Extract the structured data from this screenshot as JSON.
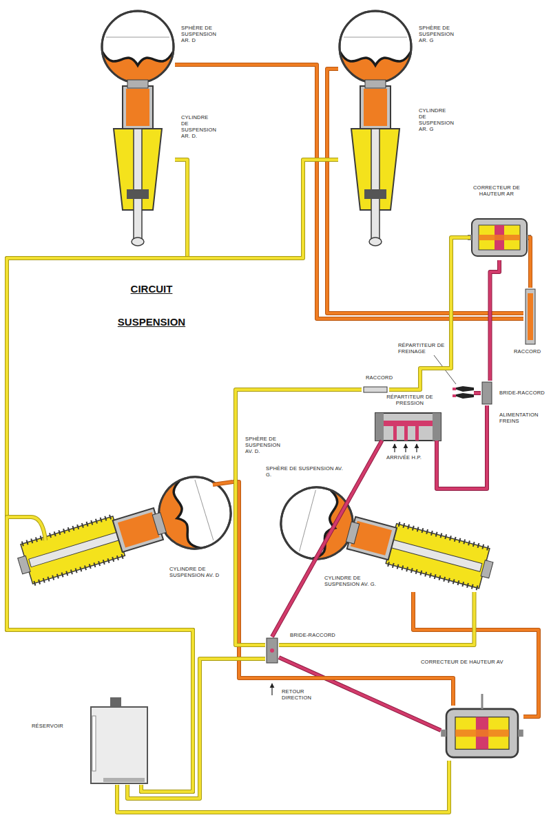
{
  "diagram": {
    "title": "CIRCUIT SUSPENSION",
    "nodes": [
      {
        "text": [
          "SPHÈRE DE SUSPENSION AR. D",
          "CYLINDRE DE SUSPENSION AR. D."
        ]
      },
      {
        "text": [
          "SPHÈRE DE SUSPENSION AR. G",
          "CYLINDRE DE SUSPENSION AR. G"
        ]
      },
      {
        "text": [
          "CORRECTEUR DE HAUTEUR AR"
        ]
      },
      {
        "text": [
          "RACCORD"
        ]
      },
      {
        "text": [
          "RÉPARTITEUR DE FREINAGE"
        ]
      },
      {
        "text": [
          "BRIDE-RACCORD"
        ]
      },
      {
        "text": [
          "RACCORD"
        ]
      },
      {
        "text": [
          "RÉPARTITEUR DE PRESSION"
        ]
      },
      {
        "text": [
          "SPHÈRE DE SUSPENSION AV. D.",
          "CYLINDRE DE SUSPENSION AV. D"
        ]
      },
      {
        "text": [
          "SPHÈRE DE SUSPENSION AV. G.",
          "CYLINDRE DE SUSPENSION AV. G."
        ]
      },
      {
        "text": [
          "BRIDE-RACCORD"
        ]
      },
      {
        "text": [
          "CORRECTEUR DE HAUTEUR AV"
        ]
      },
      {
        "text": [
          "RÉSERVOIR"
        ]
      }
    ],
    "edges": [
      {
        "from": 2,
        "to": 3,
        "arrow": "none"
      },
      {
        "from": 3,
        "to": 0,
        "arrow": "none"
      },
      {
        "from": 3,
        "to": 1,
        "arrow": "none"
      },
      {
        "from": 7,
        "to": 5,
        "arrow": "none"
      },
      {
        "from": 5,
        "to": 2,
        "arrow": "none"
      },
      {
        "from": 5,
        "to": 4,
        "arrow": "none"
      },
      {
        "from": 2,
        "to": 6,
        "arrow": "none"
      },
      {
        "from": 7,
        "to": 10,
        "arrow": "none"
      },
      {
        "from": 10,
        "to": 11,
        "arrow": "none"
      },
      {
        "from": 11,
        "to": 9,
        "arrow": "none"
      },
      {
        "from": 11,
        "to": 8,
        "arrow": "none"
      },
      {
        "from": 0,
        "to": 12,
        "arrow": "none"
      },
      {
        "from": 1,
        "to": 12,
        "arrow": "none"
      },
      {
        "from": 8,
        "to": 12,
        "arrow": "none"
      },
      {
        "from": 6,
        "to": 10,
        "arrow": "none"
      },
      {
        "from": 9,
        "to": 10,
        "arrow": "none"
      },
      {
        "from": 10,
        "to": 12,
        "arrow": "none"
      },
      {
        "from": 11,
        "to": 12,
        "arrow": "none"
      }
    ],
    "labels": [
      "ALIMENTATION FREINS",
      "ARRIVÉE H.P.",
      "RETOUR DIRECTION"
    ]
  }
}
